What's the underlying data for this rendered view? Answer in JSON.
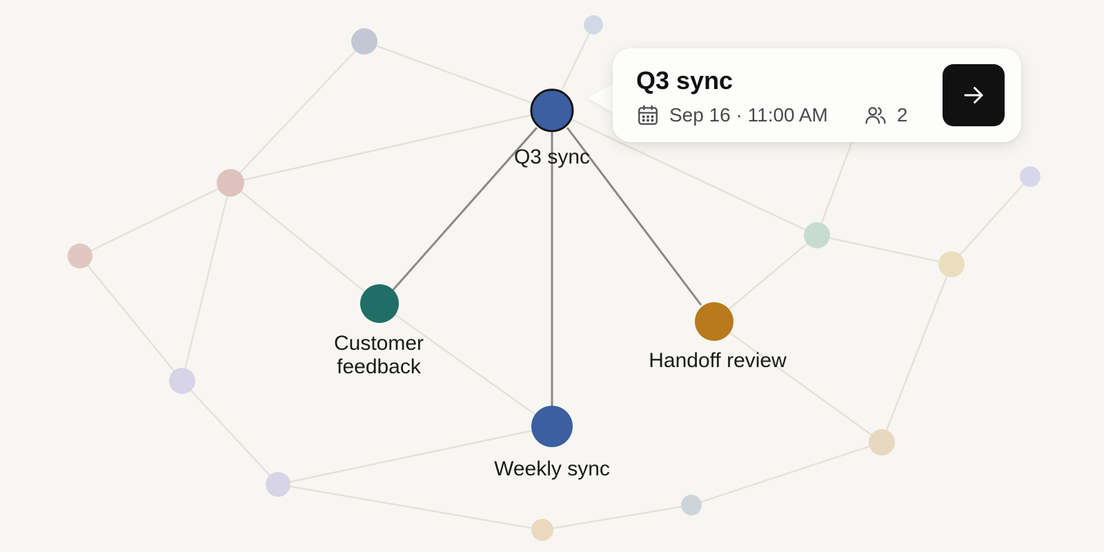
{
  "graph": {
    "focus_labels": {
      "q3_sync": "Q3 sync",
      "customer_feedback_line1": "Customer",
      "customer_feedback_line2": "feedback",
      "weekly_sync": "Weekly sync",
      "handoff_review": "Handoff review"
    },
    "colors": {
      "focus_blue": "#3b5fa0",
      "teal": "#1f6f66",
      "amber": "#b87a1c",
      "edge_active": "#8a8884",
      "edge_faint": "#e4e1da"
    }
  },
  "tooltip": {
    "title": "Q3 sync",
    "date_time": "Sep 16 · 11:00 AM",
    "attendee_count": "2",
    "icons": [
      "calendar-icon",
      "people-icon",
      "arrow-right-icon"
    ]
  }
}
